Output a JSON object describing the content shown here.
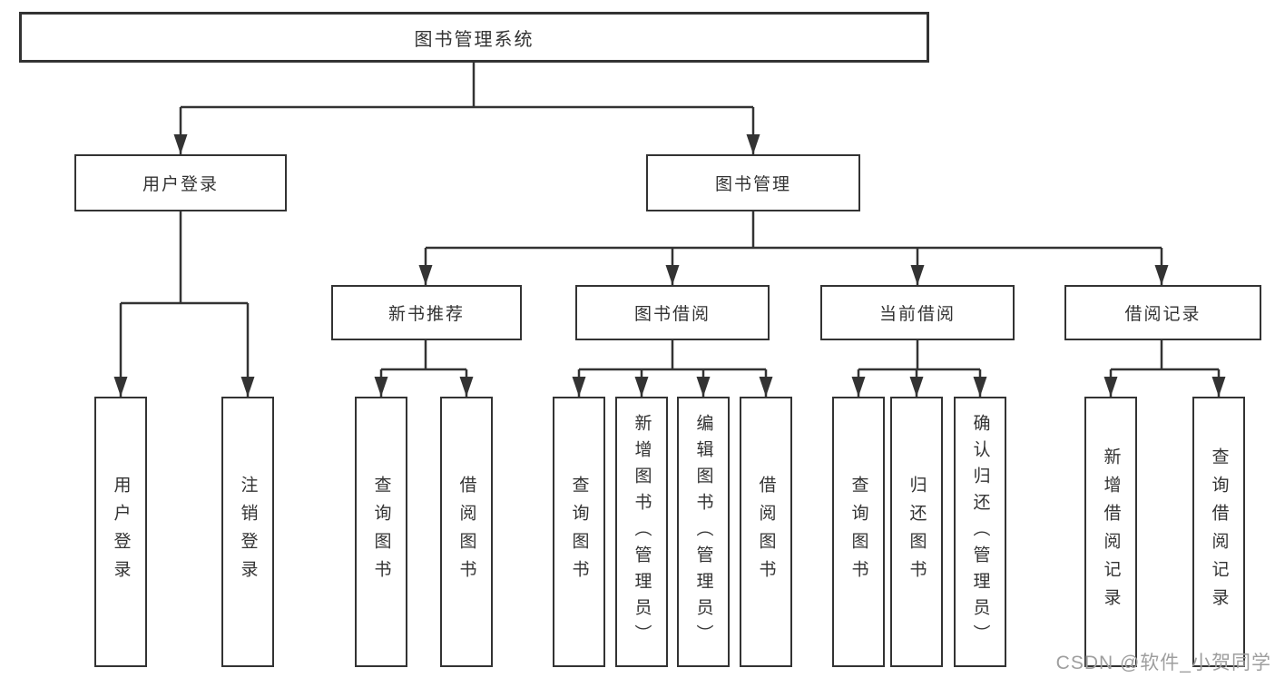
{
  "tree": {
    "root": {
      "label": "图书管理系统"
    },
    "level2": [
      {
        "id": "user-login",
        "label": "用户登录"
      },
      {
        "id": "book-management",
        "label": "图书管理"
      }
    ],
    "level3": [
      {
        "id": "new-book-recommend",
        "label": "新书推荐",
        "parent": "图书管理"
      },
      {
        "id": "book-borrow",
        "label": "图书借阅",
        "parent": "图书管理"
      },
      {
        "id": "current-borrow",
        "label": "当前借阅",
        "parent": "图书管理"
      },
      {
        "id": "borrow-record",
        "label": "借阅记录",
        "parent": "图书管理"
      }
    ],
    "leaves": [
      {
        "label": "用户登录",
        "parent": "用户登录"
      },
      {
        "label": "注销登录",
        "parent": "用户登录"
      },
      {
        "label": "查询图书",
        "parent": "新书推荐"
      },
      {
        "label": "借阅图书",
        "parent": "新书推荐"
      },
      {
        "label": "查询图书",
        "parent": "图书借阅"
      },
      {
        "label": "新增图书（管理员）",
        "parent": "图书借阅"
      },
      {
        "label": "编辑图书（管理员）",
        "parent": "图书借阅"
      },
      {
        "label": "借阅图书",
        "parent": "图书借阅"
      },
      {
        "label": "查询图书",
        "parent": "当前借阅"
      },
      {
        "label": "归还图书",
        "parent": "当前借阅"
      },
      {
        "label": "确认归还（管理员）",
        "parent": "当前借阅"
      },
      {
        "label": "新增借阅记录",
        "parent": "借阅记录"
      },
      {
        "label": "查询借阅记录",
        "parent": "借阅记录"
      }
    ]
  },
  "watermark": {
    "text": "CSDN @软件_小贺同学"
  },
  "colors": {
    "line": "#333333",
    "box_border": "#333333",
    "text": "#333333",
    "background": "#ffffff",
    "watermark": "#9e9e9e"
  }
}
